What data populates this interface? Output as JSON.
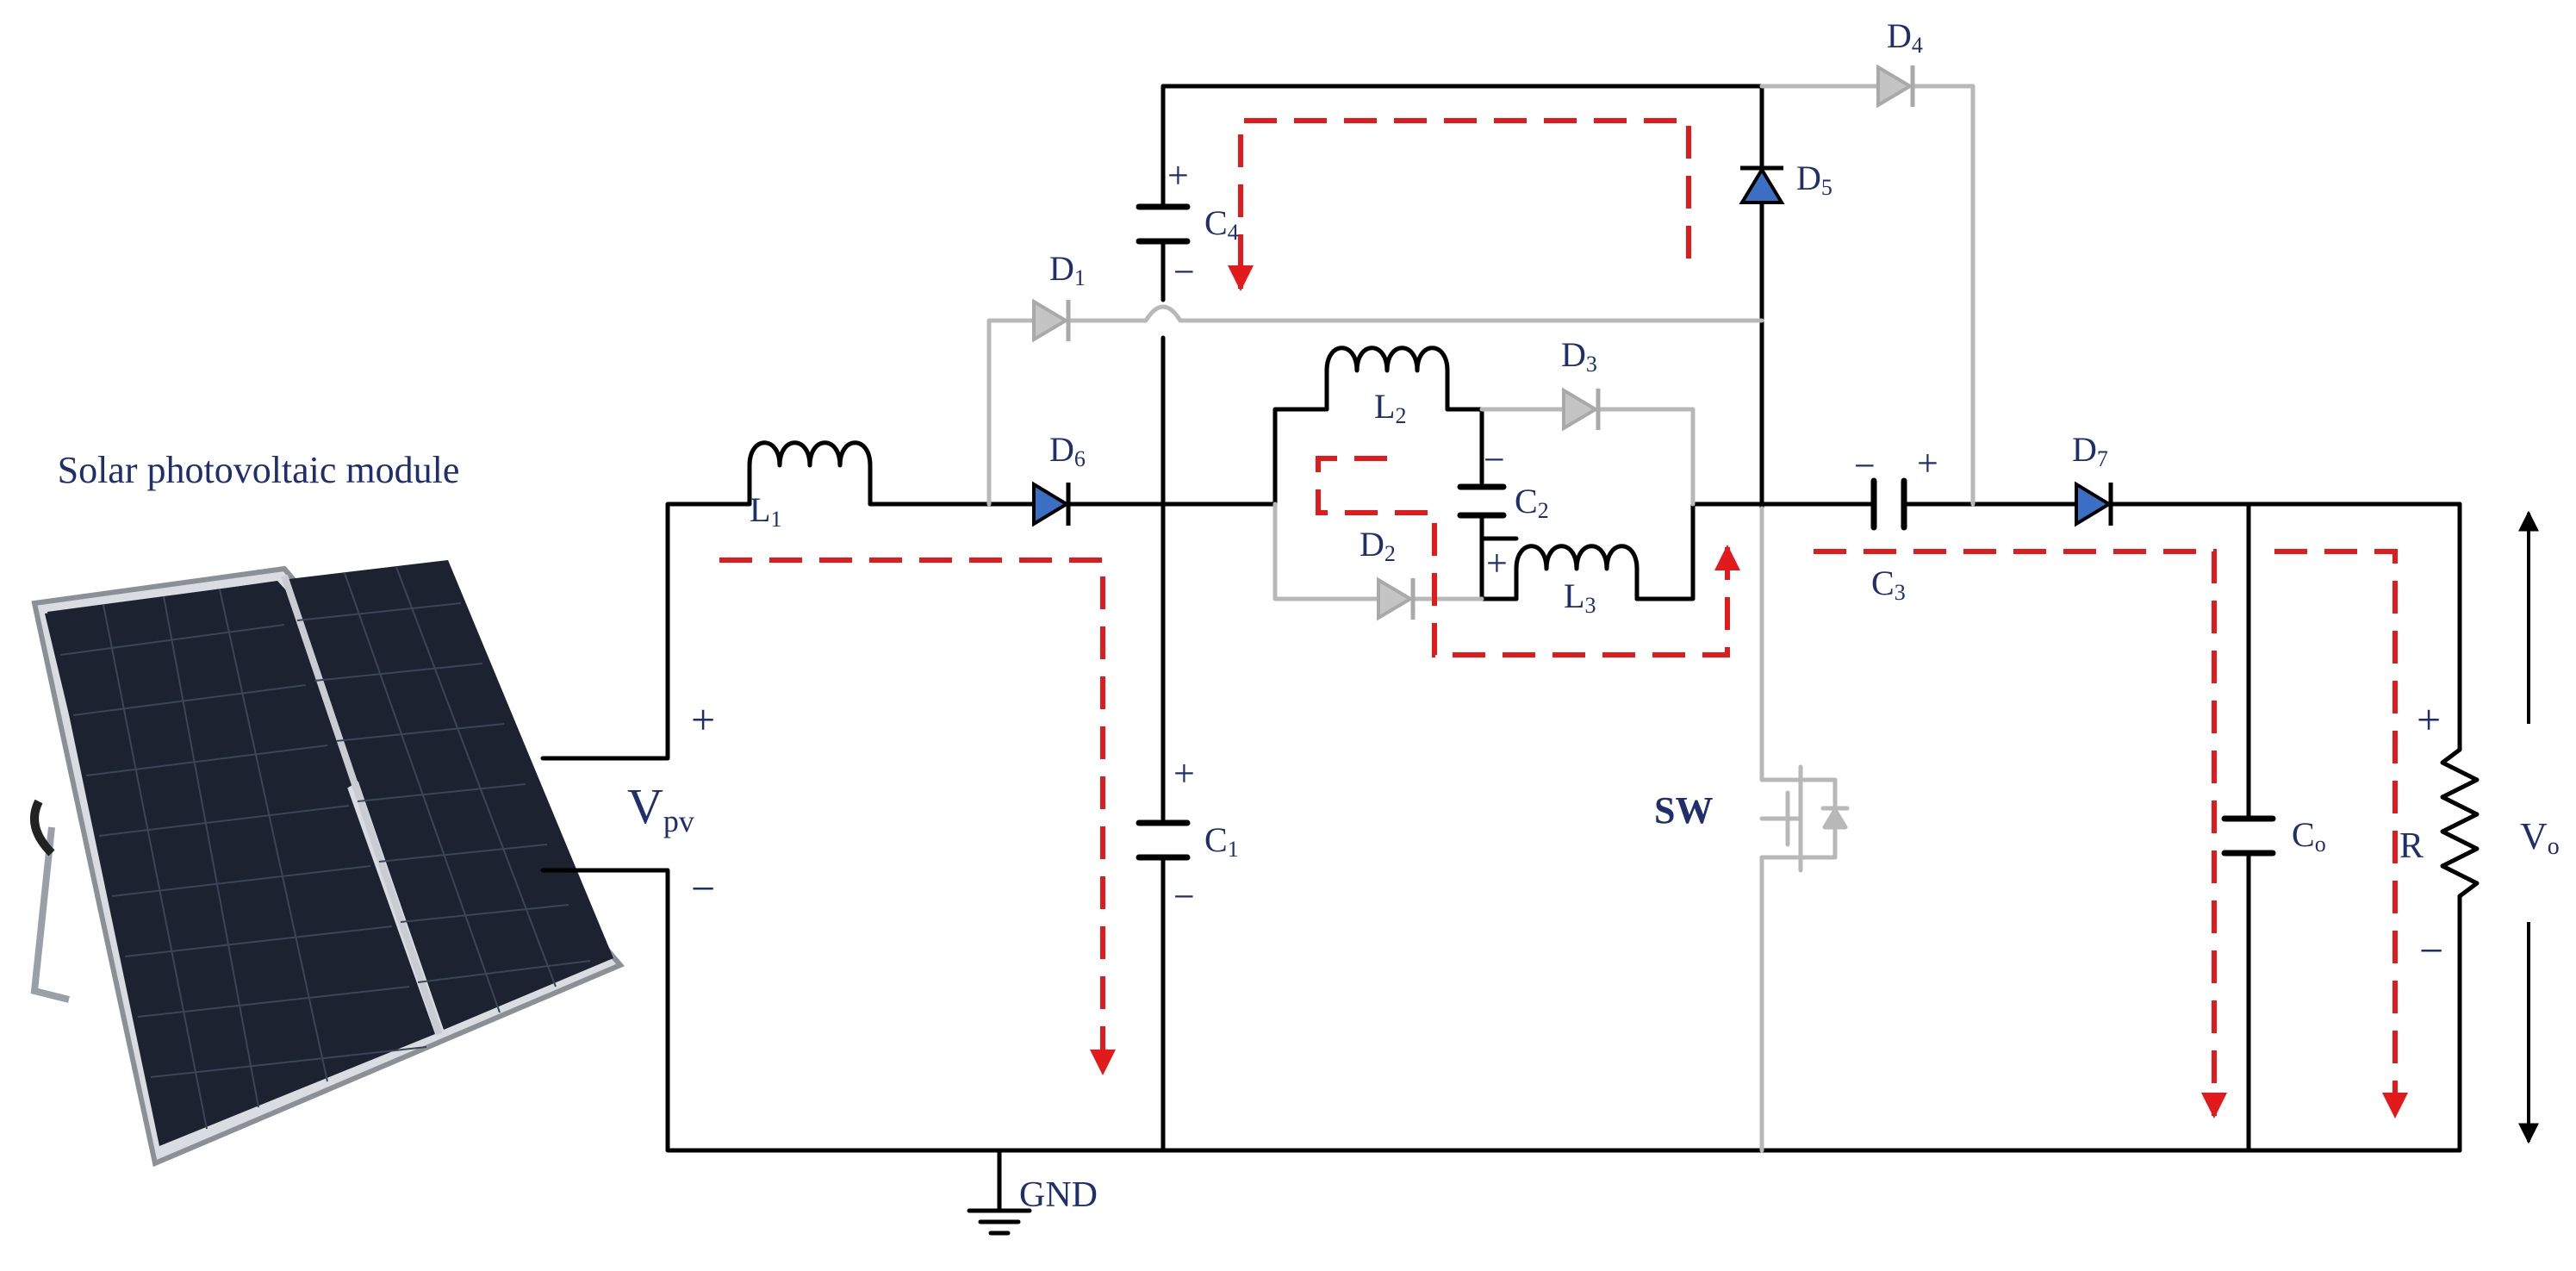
{
  "module": {
    "title": "Solar photovoltaic module"
  },
  "source": {
    "name": "V",
    "subscript": "pv",
    "plus": "+",
    "minus": "−"
  },
  "ground": {
    "label": "GND"
  },
  "switch": {
    "label": "SW"
  },
  "output": {
    "name": "V",
    "subscript": "o"
  },
  "components": {
    "L1": {
      "name": "L",
      "sub": "1"
    },
    "L2": {
      "name": "L",
      "sub": "2"
    },
    "L3": {
      "name": "L",
      "sub": "3"
    },
    "C1": {
      "name": "C",
      "sub": "1"
    },
    "C2": {
      "name": "C",
      "sub": "2"
    },
    "C3": {
      "name": "C",
      "sub": "3"
    },
    "C4": {
      "name": "C",
      "sub": "4"
    },
    "Co": {
      "name": "C",
      "sub": "o"
    },
    "D1": {
      "name": "D",
      "sub": "1"
    },
    "D2": {
      "name": "D",
      "sub": "2"
    },
    "D3": {
      "name": "D",
      "sub": "3"
    },
    "D4": {
      "name": "D",
      "sub": "4"
    },
    "D5": {
      "name": "D",
      "sub": "5"
    },
    "D6": {
      "name": "D",
      "sub": "6"
    },
    "D7": {
      "name": "D",
      "sub": "7"
    },
    "R": {
      "name": "R"
    }
  },
  "signs": {
    "plus": "+",
    "minus": "−"
  },
  "colors": {
    "active_wire": "#000000",
    "inactive_wire": "#b8b8b8",
    "current_path": "#e31a1c",
    "label_text": "#1f2f6b",
    "conducting_diode": "#3a6fc4",
    "blocked_diode": "#c4c4c4"
  }
}
